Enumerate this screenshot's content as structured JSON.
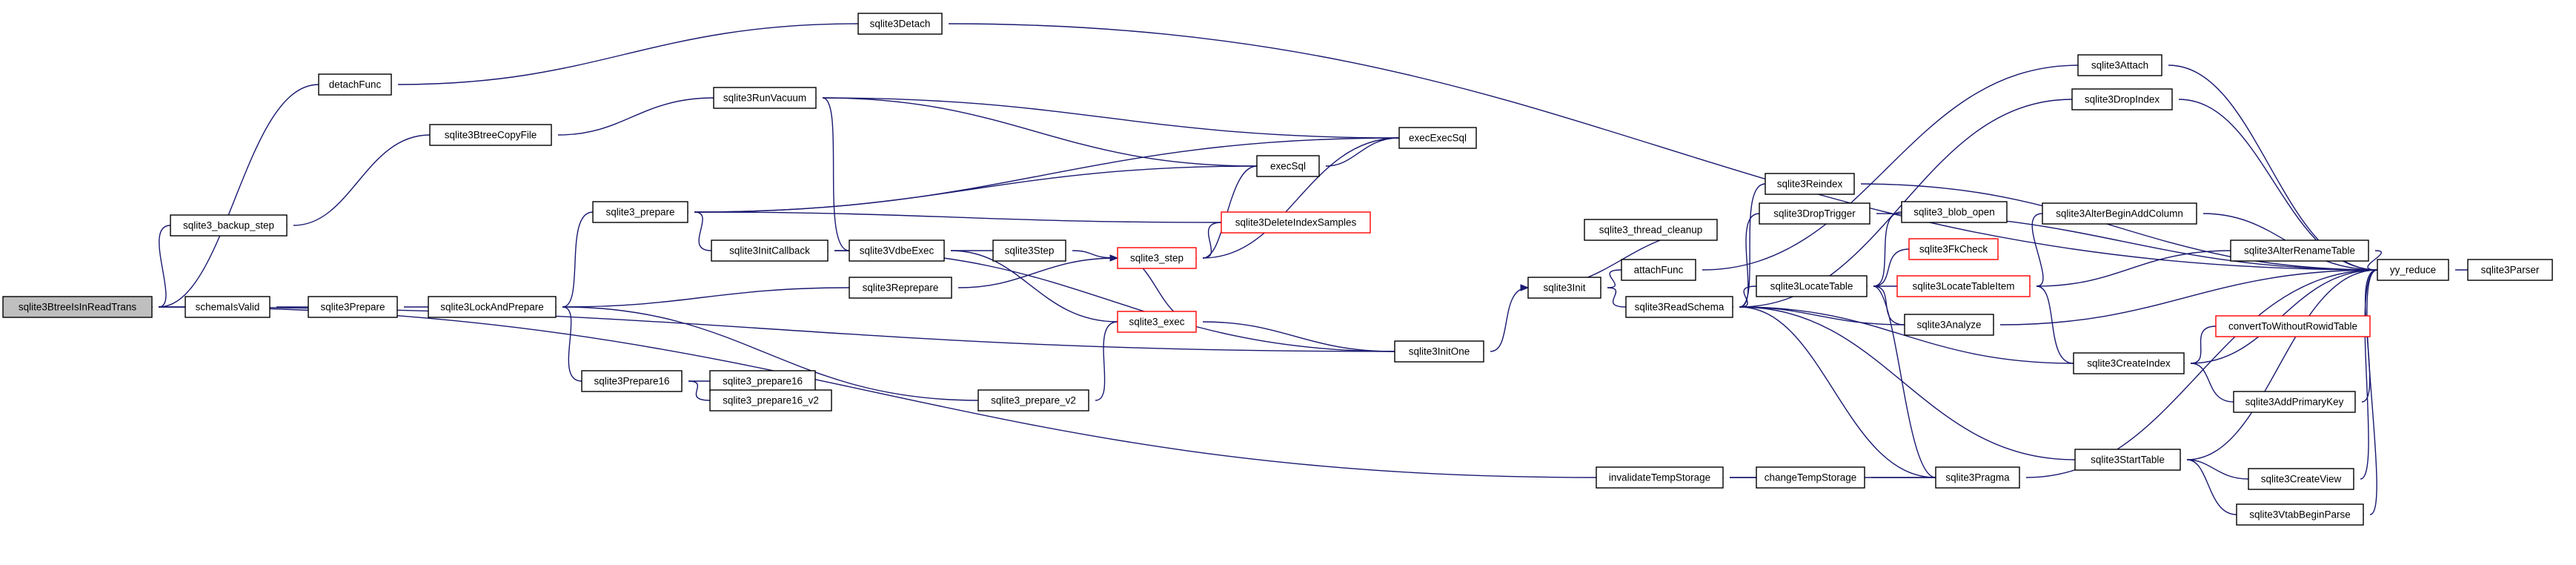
{
  "nodes": [
    {
      "id": "sqlite3BtreeIsInReadTrans",
      "label": "sqlite3BtreeIsInReadTrans",
      "style": "highlight"
    },
    {
      "id": "detachFunc",
      "label": "detachFunc"
    },
    {
      "id": "sqlite3_backup_step",
      "label": "sqlite3_backup_step"
    },
    {
      "id": "schemaIsValid",
      "label": "schemaIsValid"
    },
    {
      "id": "sqlite3Detach",
      "label": "sqlite3Detach"
    },
    {
      "id": "sqlite3BtreeCopyFile",
      "label": "sqlite3BtreeCopyFile"
    },
    {
      "id": "sqlite3Prepare",
      "label": "sqlite3Prepare"
    },
    {
      "id": "sqlite3LockAndPrepare",
      "label": "sqlite3LockAndPrepare"
    },
    {
      "id": "sqlite3RunVacuum",
      "label": "sqlite3RunVacuum"
    },
    {
      "id": "sqlite3_prepare",
      "label": "sqlite3_prepare"
    },
    {
      "id": "sqlite3InitCallback",
      "label": "sqlite3InitCallback"
    },
    {
      "id": "sqlite3Prepare16",
      "label": "sqlite3Prepare16"
    },
    {
      "id": "sqlite3_prepare16",
      "label": "sqlite3_prepare16"
    },
    {
      "id": "sqlite3_prepare16_v2",
      "label": "sqlite3_prepare16_v2"
    },
    {
      "id": "sqlite3VdbeExec",
      "label": "sqlite3VdbeExec"
    },
    {
      "id": "sqlite3Step",
      "label": "sqlite3Step"
    },
    {
      "id": "sqlite3Reprepare",
      "label": "sqlite3Reprepare"
    },
    {
      "id": "sqlite3_prepare_v2",
      "label": "sqlite3_prepare_v2"
    },
    {
      "id": "execSql",
      "label": "execSql"
    },
    {
      "id": "sqlite3_step",
      "label": "sqlite3_step",
      "style": "red"
    },
    {
      "id": "sqlite3DeleteIndexSamples",
      "label": "sqlite3DeleteIndexSamples",
      "style": "red"
    },
    {
      "id": "sqlite3_exec",
      "label": "sqlite3_exec",
      "style": "red"
    },
    {
      "id": "execExecSql",
      "label": "execExecSql"
    },
    {
      "id": "sqlite3InitOne",
      "label": "sqlite3InitOne"
    },
    {
      "id": "invalidateTempStorage",
      "label": "invalidateTempStorage"
    },
    {
      "id": "sqlite3Init",
      "label": "sqlite3Init"
    },
    {
      "id": "sqlite3_thread_cleanup",
      "label": "sqlite3_thread_cleanup"
    },
    {
      "id": "attachFunc",
      "label": "attachFunc"
    },
    {
      "id": "sqlite3ReadSchema",
      "label": "sqlite3ReadSchema"
    },
    {
      "id": "changeTempStorage",
      "label": "changeTempStorage"
    },
    {
      "id": "sqlite3Reindex",
      "label": "sqlite3Reindex"
    },
    {
      "id": "sqlite3DropTrigger",
      "label": "sqlite3DropTrigger"
    },
    {
      "id": "sqlite3LocateTable",
      "label": "sqlite3LocateTable"
    },
    {
      "id": "sqlite3_blob_open",
      "label": "sqlite3_blob_open"
    },
    {
      "id": "sqlite3FkCheck",
      "label": "sqlite3FkCheck",
      "style": "red"
    },
    {
      "id": "sqlite3LocateTableItem",
      "label": "sqlite3LocateTableItem",
      "style": "red"
    },
    {
      "id": "sqlite3Analyze",
      "label": "sqlite3Analyze"
    },
    {
      "id": "sqlite3Pragma",
      "label": "sqlite3Pragma"
    },
    {
      "id": "sqlite3StartTable",
      "label": "sqlite3StartTable"
    },
    {
      "id": "sqlite3Attach",
      "label": "sqlite3Attach"
    },
    {
      "id": "sqlite3DropIndex",
      "label": "sqlite3DropIndex"
    },
    {
      "id": "sqlite3AlterBeginAddColumn",
      "label": "sqlite3AlterBeginAddColumn"
    },
    {
      "id": "sqlite3AlterRenameTable",
      "label": "sqlite3AlterRenameTable"
    },
    {
      "id": "sqlite3CreateIndex",
      "label": "sqlite3CreateIndex"
    },
    {
      "id": "convertToWithoutRowidTable",
      "label": "convertToWithoutRowidTable",
      "style": "red"
    },
    {
      "id": "sqlite3AddPrimaryKey",
      "label": "sqlite3AddPrimaryKey"
    },
    {
      "id": "sqlite3CreateView",
      "label": "sqlite3CreateView"
    },
    {
      "id": "sqlite3VtabBeginParse",
      "label": "sqlite3VtabBeginParse"
    },
    {
      "id": "yy_reduce",
      "label": "yy_reduce"
    },
    {
      "id": "sqlite3Parser",
      "label": "sqlite3Parser"
    }
  ],
  "edges": [
    [
      "sqlite3BtreeIsInReadTrans",
      "detachFunc"
    ],
    [
      "sqlite3BtreeIsInReadTrans",
      "sqlite3_backup_step"
    ],
    [
      "sqlite3BtreeIsInReadTrans",
      "schemaIsValid"
    ],
    [
      "sqlite3BtreeIsInReadTrans",
      "sqlite3InitOne"
    ],
    [
      "sqlite3BtreeIsInReadTrans",
      "invalidateTempStorage"
    ],
    [
      "detachFunc",
      "sqlite3Detach"
    ],
    [
      "sqlite3_backup_step",
      "sqlite3BtreeCopyFile"
    ],
    [
      "schemaIsValid",
      "sqlite3Prepare"
    ],
    [
      "sqlite3Detach",
      "yy_reduce"
    ],
    [
      "sqlite3BtreeCopyFile",
      "sqlite3RunVacuum"
    ],
    [
      "sqlite3Prepare",
      "sqlite3LockAndPrepare"
    ],
    [
      "sqlite3LockAndPrepare",
      "sqlite3_prepare"
    ],
    [
      "sqlite3LockAndPrepare",
      "sqlite3Reprepare"
    ],
    [
      "sqlite3LockAndPrepare",
      "sqlite3Prepare16"
    ],
    [
      "sqlite3LockAndPrepare",
      "sqlite3_prepare_v2"
    ],
    [
      "sqlite3RunVacuum",
      "execSql"
    ],
    [
      "sqlite3RunVacuum",
      "execExecSql"
    ],
    [
      "sqlite3RunVacuum",
      "sqlite3VdbeExec"
    ],
    [
      "sqlite3_prepare",
      "execSql"
    ],
    [
      "sqlite3_prepare",
      "execExecSql"
    ],
    [
      "sqlite3_prepare",
      "sqlite3DeleteIndexSamples"
    ],
    [
      "sqlite3_prepare",
      "sqlite3InitCallback"
    ],
    [
      "sqlite3InitCallback",
      "sqlite3VdbeExec"
    ],
    [
      "sqlite3InitCallback",
      "sqlite3InitOne"
    ],
    [
      "sqlite3Prepare16",
      "sqlite3_prepare16"
    ],
    [
      "sqlite3Prepare16",
      "sqlite3_prepare16_v2"
    ],
    [
      "sqlite3VdbeExec",
      "sqlite3Step"
    ],
    [
      "sqlite3VdbeExec",
      "sqlite3_exec"
    ],
    [
      "sqlite3Step",
      "sqlite3_step"
    ],
    [
      "sqlite3Reprepare",
      "sqlite3_step"
    ],
    [
      "sqlite3_prepare_v2",
      "sqlite3_exec"
    ],
    [
      "sqlite3_step",
      "execSql"
    ],
    [
      "sqlite3_step",
      "execExecSql"
    ],
    [
      "sqlite3_step",
      "sqlite3DeleteIndexSamples"
    ],
    [
      "sqlite3_step",
      "sqlite3_exec"
    ],
    [
      "execSql",
      "execExecSql"
    ],
    [
      "sqlite3_exec",
      "sqlite3InitOne"
    ],
    [
      "sqlite3InitOne",
      "sqlite3Init"
    ],
    [
      "invalidateTempStorage",
      "changeTempStorage"
    ],
    [
      "invalidateTempStorage",
      "sqlite3Pragma"
    ],
    [
      "changeTempStorage",
      "sqlite3Pragma"
    ],
    [
      "sqlite3Init",
      "sqlite3_thread_cleanup"
    ],
    [
      "sqlite3Init",
      "attachFunc"
    ],
    [
      "sqlite3Init",
      "sqlite3ReadSchema"
    ],
    [
      "attachFunc",
      "sqlite3Attach"
    ],
    [
      "sqlite3ReadSchema",
      "sqlite3DropIndex"
    ],
    [
      "sqlite3ReadSchema",
      "sqlite3Reindex"
    ],
    [
      "sqlite3ReadSchema",
      "sqlite3DropTrigger"
    ],
    [
      "sqlite3ReadSchema",
      "sqlite3LocateTable"
    ],
    [
      "sqlite3ReadSchema",
      "sqlite3Analyze"
    ],
    [
      "sqlite3ReadSchema",
      "sqlite3CreateIndex"
    ],
    [
      "sqlite3ReadSchema",
      "sqlite3StartTable"
    ],
    [
      "sqlite3ReadSchema",
      "sqlite3Pragma"
    ],
    [
      "sqlite3Reindex",
      "yy_reduce"
    ],
    [
      "sqlite3DropTrigger",
      "yy_reduce"
    ],
    [
      "sqlite3LocateTable",
      "sqlite3_blob_open"
    ],
    [
      "sqlite3LocateTable",
      "sqlite3FkCheck"
    ],
    [
      "sqlite3LocateTable",
      "sqlite3LocateTableItem"
    ],
    [
      "sqlite3LocateTable",
      "sqlite3Analyze"
    ],
    [
      "sqlite3LocateTable",
      "sqlite3Pragma"
    ],
    [
      "sqlite3LocateTableItem",
      "sqlite3AlterBeginAddColumn"
    ],
    [
      "sqlite3LocateTableItem",
      "sqlite3AlterRenameTable"
    ],
    [
      "sqlite3LocateTableItem",
      "sqlite3CreateIndex"
    ],
    [
      "sqlite3Analyze",
      "yy_reduce"
    ],
    [
      "sqlite3Pragma",
      "yy_reduce"
    ],
    [
      "sqlite3StartTable",
      "yy_reduce"
    ],
    [
      "sqlite3StartTable",
      "sqlite3CreateView"
    ],
    [
      "sqlite3StartTable",
      "sqlite3VtabBeginParse"
    ],
    [
      "sqlite3Attach",
      "yy_reduce"
    ],
    [
      "sqlite3DropIndex",
      "yy_reduce"
    ],
    [
      "sqlite3AlterBeginAddColumn",
      "yy_reduce"
    ],
    [
      "sqlite3AlterRenameTable",
      "yy_reduce"
    ],
    [
      "sqlite3CreateIndex",
      "convertToWithoutRowidTable"
    ],
    [
      "sqlite3CreateIndex",
      "sqlite3AddPrimaryKey"
    ],
    [
      "sqlite3CreateIndex",
      "yy_reduce"
    ],
    [
      "sqlite3AddPrimaryKey",
      "yy_reduce"
    ],
    [
      "sqlite3CreateView",
      "yy_reduce"
    ],
    [
      "sqlite3VtabBeginParse",
      "yy_reduce"
    ],
    [
      "yy_reduce",
      "sqlite3Parser"
    ]
  ]
}
